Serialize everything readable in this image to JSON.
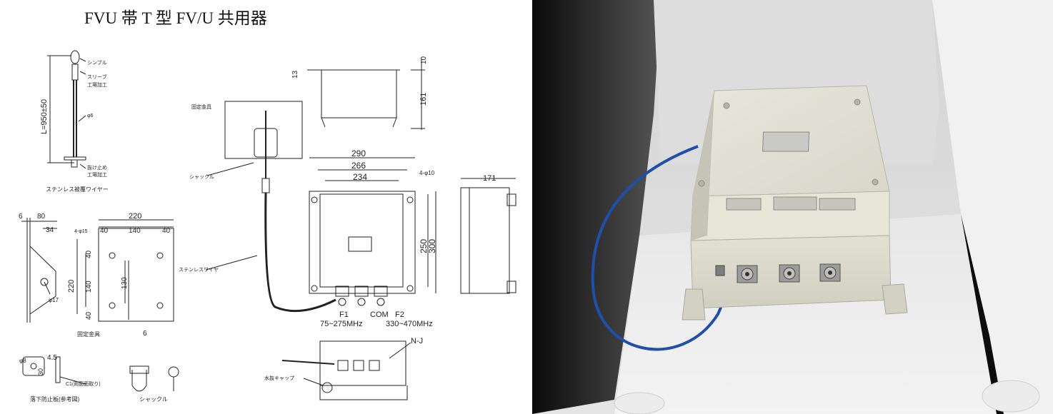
{
  "title": "FVU 帯 T 型 FV/U 共用器",
  "wire_detail": {
    "thimble": "シンブル",
    "sleeve": "スリーブ",
    "sleeve_work": "工場加工",
    "length": "L=950±50",
    "diameter": "φ6",
    "stopper": "抜け止め",
    "stopper_work": "工場加工",
    "caption": "ステンレス被覆ワイヤー"
  },
  "bracket_detail": {
    "dims": [
      "6",
      "80",
      "34",
      "φ17"
    ],
    "plate_dims": [
      "220",
      "4-φ15",
      "40",
      "140",
      "40",
      "40",
      "140",
      "40",
      "220",
      "130",
      "6"
    ],
    "caption": "固定金具"
  },
  "fall_plate": {
    "dims": [
      "φ8",
      "30",
      "4.5"
    ],
    "note": "C1(両面面取り)",
    "caption": "落下防止板(参考図)"
  },
  "shackle_detail": {
    "caption": "シャックル"
  },
  "assembly": {
    "bracket_label": "固定金具",
    "shackle_label": "シャックル",
    "wire_label": "ステンレスワイヤ"
  },
  "box": {
    "dims": [
      "10",
      "13",
      "161",
      "290",
      "266",
      "234",
      "4-φ10",
      "250",
      "300",
      "171"
    ],
    "ports": {
      "f1": "F1",
      "f1_range": "75~275MHz",
      "com": "COM",
      "f2": "F2",
      "f2_range": "330~470MHz"
    },
    "connector": "N-J",
    "drain_cap": "水抜キャップ"
  },
  "colors": {
    "line": "#222222",
    "box_beige": "#e6e4d6",
    "cable_blue": "#1f4fa8",
    "background": "#ffffff"
  }
}
